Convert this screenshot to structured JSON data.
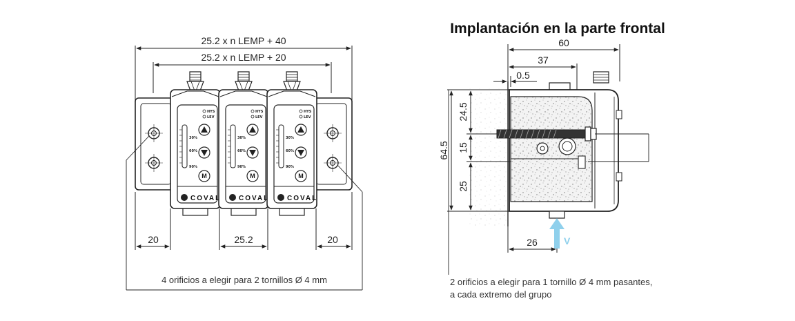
{
  "title": "Implantación en la parte frontal",
  "left_view": {
    "dim_overall": "25.2 x n LEMP + 40",
    "dim_inner": "25.2 x n LEMP + 20",
    "dim_left": "20",
    "dim_pitch": "25.2",
    "dim_right": "20",
    "note": "4 orificios a elegir para 2 tornillos Ø 4 mm",
    "module": {
      "led_hys": "HYS",
      "led_lev": "LEV",
      "scale_30": "30%",
      "scale_60": "60%",
      "scale_90": "90%",
      "button_m": "M",
      "brand": "COVAL"
    }
  },
  "right_view": {
    "dim_60": "60",
    "dim_37": "37",
    "dim_05": "0.5",
    "dim_645": "64.5",
    "dim_245": "24.5",
    "dim_15": "15",
    "dim_25": "25",
    "dim_26": "26",
    "vacuum_label": "V",
    "note_line1": "2 orificios a elegir para 1 tornillo Ø 4 mm pasantes,",
    "note_line2": "a cada extremo del grupo"
  },
  "colors": {
    "vacuum_arrow": "#8fd0ec",
    "line": "#222222"
  }
}
